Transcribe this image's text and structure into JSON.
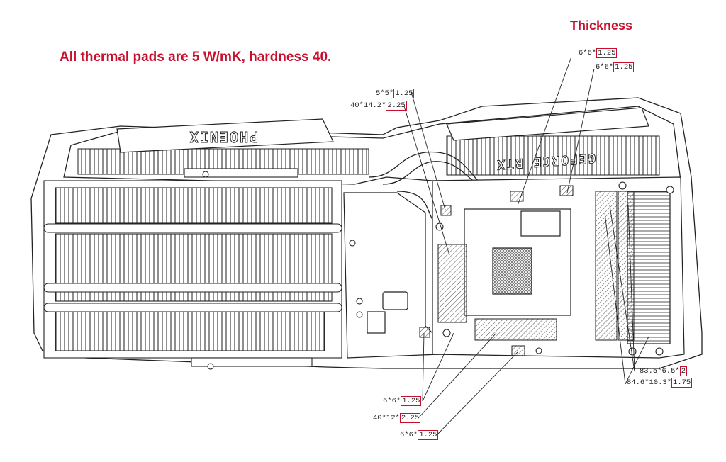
{
  "note": "All thermal pads are 5 W/mK, hardness 40.",
  "header": "Thickness",
  "brand_text": [
    "PHOENIX",
    "GEFORCE RTX"
  ],
  "callouts": [
    {
      "id": "c1",
      "dims": "6*6*",
      "thickness": "1.25"
    },
    {
      "id": "c2",
      "dims": "6*6*",
      "thickness": "1.25"
    },
    {
      "id": "c3",
      "dims": "5*5*",
      "thickness": "1.25"
    },
    {
      "id": "c4",
      "dims": "40*14.2*",
      "thickness": "2.25"
    },
    {
      "id": "c5",
      "dims": "83.5*6.5*",
      "thickness": "2"
    },
    {
      "id": "c6",
      "dims": "84.6*10.3*",
      "thickness": "1.75"
    },
    {
      "id": "c7",
      "dims": "6*6*",
      "thickness": "1.25"
    },
    {
      "id": "c8",
      "dims": "40*12*",
      "thickness": "2.25"
    },
    {
      "id": "c9",
      "dims": "6*6*",
      "thickness": "1.25"
    }
  ],
  "colors": {
    "annotation": "#c8102e",
    "line": "#222222"
  }
}
